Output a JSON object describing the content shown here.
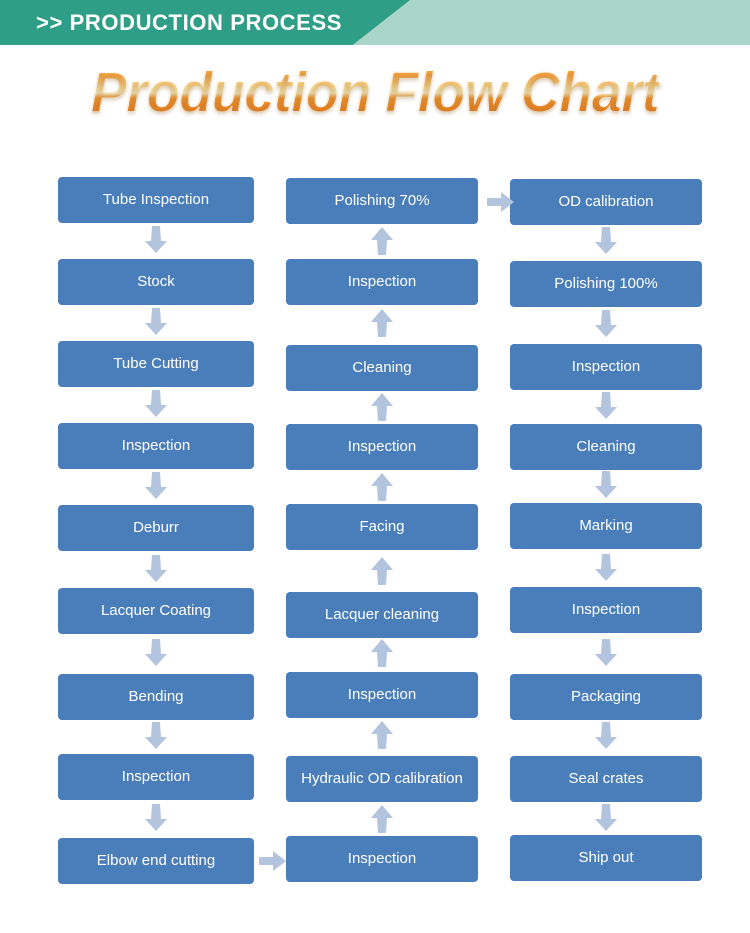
{
  "banner": {
    "label": ">> PRODUCTION PROCESS",
    "dark_color": "#2f9e86",
    "light_color": "#a9d6c9"
  },
  "title": "Production Flow Chart",
  "colors": {
    "node_fill": "#4a7ebb",
    "node_text": "#ffffff",
    "arrow_fill": "#b3c4de",
    "background": "#ffffff"
  },
  "chart_data": {
    "type": "diagram",
    "title": "Production Flow Chart",
    "columns": [
      {
        "name": "column-1",
        "direction": "down",
        "nodes": [
          "Tube Inspection",
          "Stock",
          "Tube Cutting",
          "Inspection",
          "Deburr",
          "Lacquer Coating",
          "Bending",
          "Inspection",
          "Elbow end cutting"
        ]
      },
      {
        "name": "column-2",
        "direction": "up",
        "nodes": [
          "Polishing 70%",
          "Inspection",
          "Cleaning",
          "Inspection",
          "Facing",
          "Lacquer cleaning",
          "Inspection",
          "Hydraulic OD calibration",
          "Inspection"
        ]
      },
      {
        "name": "column-3",
        "direction": "down",
        "nodes": [
          "OD calibration",
          "Polishing 100%",
          "Inspection",
          "Cleaning",
          "Marking",
          "Inspection",
          "Packaging",
          "Seal crates",
          "Ship out"
        ]
      }
    ],
    "connectors": [
      {
        "from": "Elbow end cutting",
        "to": "Inspection",
        "direction": "right"
      },
      {
        "from": "Polishing 70%",
        "to": "OD calibration",
        "direction": "right"
      }
    ]
  }
}
